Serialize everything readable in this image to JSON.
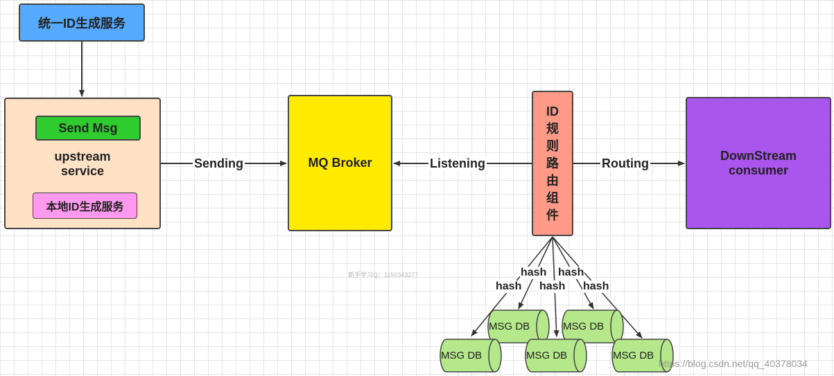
{
  "nodes": {
    "id_service": "统一ID生成服务",
    "send_msg": "Send Msg",
    "upstream_line1": "upstream",
    "upstream_line2": "service",
    "local_id": "本地ID生成服务",
    "mq_broker": "MQ Broker",
    "router_chars": [
      "ID",
      "规",
      "则",
      "路",
      "由",
      "组",
      "件"
    ],
    "downstream_line1": "DownStream",
    "downstream_line2": "consumer",
    "db_label": "MSG DB"
  },
  "edges": {
    "sending": "Sending",
    "listening": "Listening",
    "routing": "Routing",
    "hash": "hash"
  },
  "watermarks": {
    "bottom_right": "https://blog.csdn.net/qq_40378034",
    "middle": "新手学习Q：1150343277"
  },
  "colors": {
    "id_service": "#55aaff",
    "upstream": "#ffe1c6",
    "send_msg": "#2ecc2e",
    "local_id": "#ff99ee",
    "mq_broker": "#ffea00",
    "router": "#ff9988",
    "downstream": "#aa55ee",
    "db": "#b5e88a"
  }
}
